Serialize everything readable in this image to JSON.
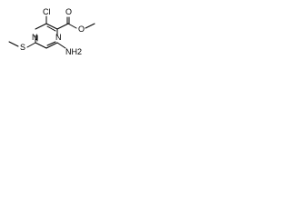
{
  "molecule": {
    "atoms": {
      "chlorine": "Cl",
      "ring_nitrogen_top": "N",
      "ring_nitrogen_bottom": "N",
      "carbonyl_oxygen": "O",
      "ester_oxygen": "O",
      "amino": "NH2",
      "thioether_sulfur": "S"
    }
  }
}
